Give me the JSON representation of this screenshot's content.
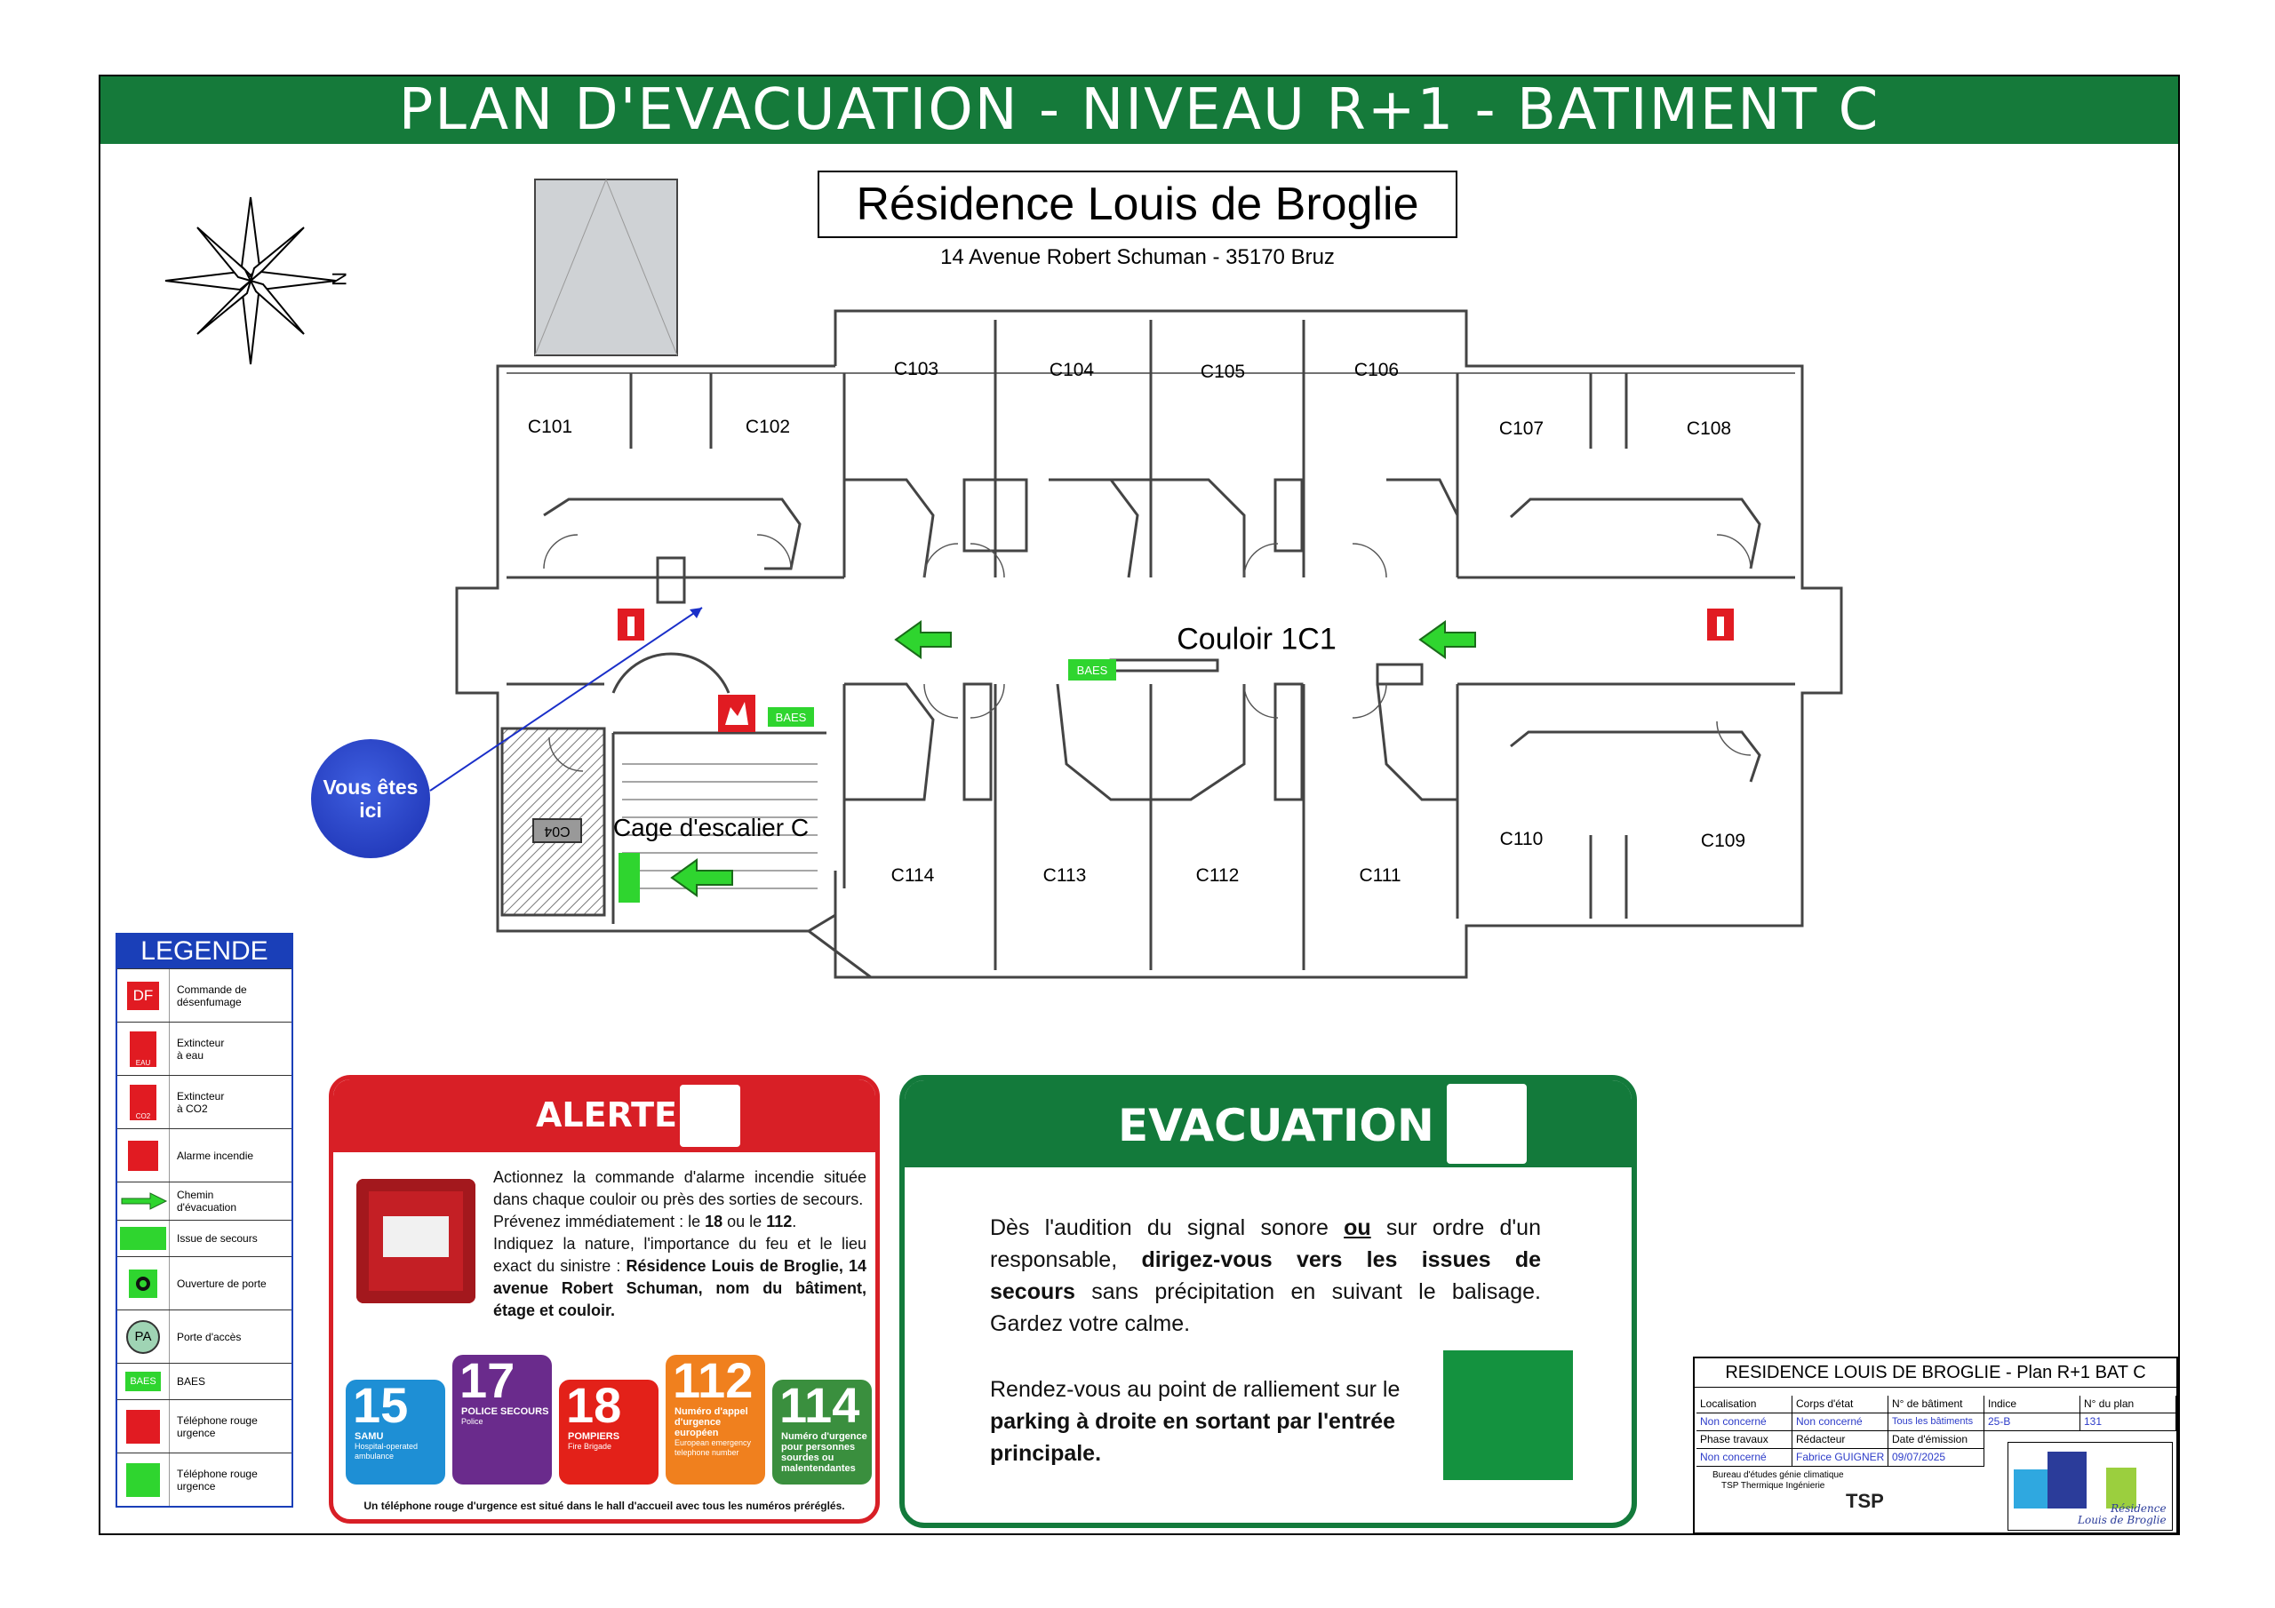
{
  "header": {
    "title": "PLAN D'EVACUATION - NIVEAU R+1 - BATIMENT C",
    "residence": "Résidence Louis de Broglie",
    "address": "14  Avenue Robert Schuman - 35170 Bruz"
  },
  "compass": {
    "north_letter": "N"
  },
  "rooms": {
    "c101": "C101",
    "c102": "C102",
    "c103": "C103",
    "c104": "C104",
    "c105": "C105",
    "c106": "C106",
    "c107": "C107",
    "c108": "C108",
    "c109": "C109",
    "c110": "C110",
    "c111": "C111",
    "c112": "C112",
    "c113": "C113",
    "c114": "C114"
  },
  "corridor_label": "Couloir 1C1",
  "stair_label": "Cage d'escalier C",
  "storage_label": "C04",
  "sign_baes": "BAES",
  "you_are_here": "Vous êtes ici",
  "legend": {
    "title": "LEGENDE",
    "items": [
      {
        "icon_text": "DF",
        "label": "Commande de\ndésenfumage"
      },
      {
        "icon_text": "EAU",
        "label": "Extincteur\nà eau"
      },
      {
        "icon_text": "CO2",
        "label": "Extincteur\nà CO2"
      },
      {
        "icon_text": "",
        "label": "Alarme incendie"
      },
      {
        "icon_text": "",
        "label": "Chemin\nd'évacuation"
      },
      {
        "icon_text": "",
        "label": "Issue de secours"
      },
      {
        "icon_text": "",
        "label": "Ouverture de porte"
      },
      {
        "icon_text": "PA",
        "label": "Porte d'accès"
      },
      {
        "icon_text": "BAES",
        "label": "BAES"
      },
      {
        "icon_text": "",
        "label": "Téléphone rouge\nurgence"
      },
      {
        "icon_text": "",
        "label": "Téléphone rouge\nurgence"
      }
    ]
  },
  "alerte": {
    "title": "ALERTE",
    "p1": "Actionnez la commande d'alarme incendie située dans chaque couloir ou près des sorties de secours.",
    "p2_a": "Prévenez immédiatement : le ",
    "p2_b": "18",
    "p2_c": " ou le ",
    "p2_d": "112",
    "p2_e": ".",
    "p3_a": "Indiquez la nature, l'importance du feu et le lieu exact du sinistre : ",
    "p3_b": "Résidence Louis de Broglie, 14 avenue Robert Schuman, nom du bâtiment, étage et couloir.",
    "footer": "Un téléphone rouge d'urgence est situé dans le hall d'accueil avec tous les numéros préréglés.",
    "numbers": [
      {
        "num": "15",
        "title": "SAMU",
        "sub": "Hospital-operated ambulance",
        "color": "#1e8fd5"
      },
      {
        "num": "17",
        "title": "POLICE SECOURS",
        "sub": "Police",
        "color": "#6a2b8c"
      },
      {
        "num": "18",
        "title": "POMPIERS",
        "sub": "Fire Brigade",
        "color": "#e32119"
      },
      {
        "num": "112",
        "title": "Numéro d'appel d'urgence européen",
        "sub": "European emergency telephone number",
        "color": "#f0801e"
      },
      {
        "num": "114",
        "title": "Numéro d'urgence pour personnes sourdes ou malentendantes",
        "sub": "",
        "color": "#3a8f3e"
      }
    ]
  },
  "evacuation": {
    "title": "EVACUATION",
    "p1_a": "Dès l'audition du signal sonore ",
    "p1_b": "ou",
    "p1_c": " sur ordre d'un responsable, ",
    "p1_d": "dirigez-vous vers les issues de secours",
    "p1_e": " sans précipitation en suivant le balisage. Gardez votre calme.",
    "p2_a": "Rendez-vous au point de ralliement sur le ",
    "p2_b": "parking à droite en sortant par l'entrée principale."
  },
  "cartouche": {
    "title": "RESIDENCE LOUIS DE BROGLIE - Plan R+1 BAT C",
    "row1_labels": [
      "Localisation",
      "Corps d'état",
      "N° de bâtiment",
      "Indice",
      "N° du plan"
    ],
    "row1_values": [
      "Non concerné",
      "Non concerné",
      "Tous les bâtiments",
      "25-B",
      "131"
    ],
    "row2_labels": [
      "Phase travaux",
      "Rédacteur",
      "Date d'émission"
    ],
    "row2_values": [
      "Non concerné",
      "Fabrice GUIGNER",
      "09/07/2025"
    ],
    "office_line1": "Bureau d'études génie climatique",
    "office_line2": "TSP Thermique Ingénierie",
    "office_logo": "TSP",
    "logo_script": "Résidence\nLouis de Broglie"
  },
  "colors": {
    "header_green": "#157a3a",
    "alert_red": "#d81f26",
    "evac_green": "#137a3b",
    "legend_blue": "#1a3fb8",
    "sign_green": "#2fd52f",
    "extinguisher_red": "#e11b22"
  }
}
